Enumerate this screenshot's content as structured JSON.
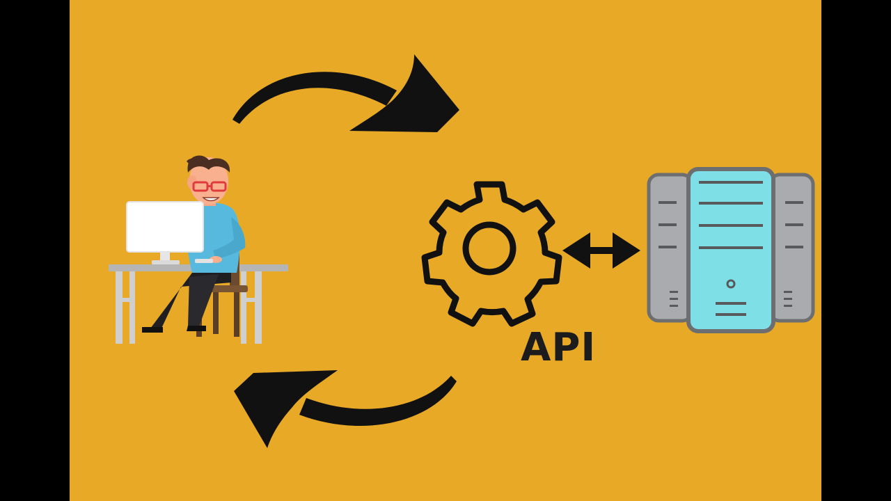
{
  "colors": {
    "background": "#E8A927",
    "letterbox": "#000000",
    "ink": "#111111",
    "server_accent": "#7EDFE6",
    "server_side": "#A9ABAE",
    "shirt": "#57B9DD",
    "monitor": "#FFFFFF",
    "desk": "#B5B5B5"
  },
  "diagram": {
    "nodes": [
      {
        "id": "user",
        "icon": "person-at-computer-icon"
      },
      {
        "id": "api",
        "icon": "gear-icon",
        "label": "API"
      },
      {
        "id": "server",
        "icon": "server-icon"
      }
    ],
    "edges": [
      {
        "from": "user",
        "to": "api",
        "icon": "curved-arrow-right-icon"
      },
      {
        "from": "api",
        "to": "user",
        "icon": "curved-arrow-left-icon"
      },
      {
        "from": "api",
        "to": "server",
        "icon": "double-arrow-icon",
        "bidirectional": true
      }
    ]
  }
}
